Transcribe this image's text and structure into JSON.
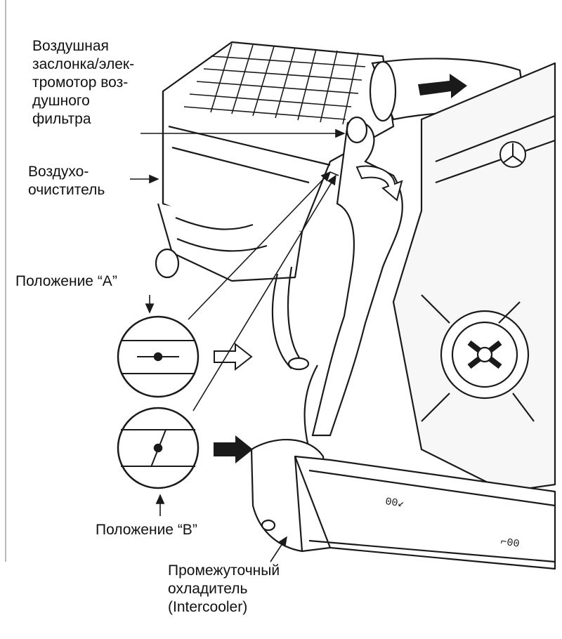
{
  "labels": {
    "air_flap": [
      "Воздушная",
      "заслонка/элек-",
      "тромотор воз-",
      "душного",
      "фильтра"
    ],
    "air_cleaner": [
      "Воздухо-",
      "очиститель"
    ],
    "position_a": "Положение “A”",
    "position_b": "Положение “B”",
    "intercooler": [
      "Промежуточный",
      "охладитель",
      "(Intercooler)"
    ]
  },
  "radiator_markings": [
    "00↙",
    "⌐00"
  ],
  "colors": {
    "line": "#1a1a1a",
    "background": "#ffffff",
    "engine_fill": "#f7f7f7"
  }
}
